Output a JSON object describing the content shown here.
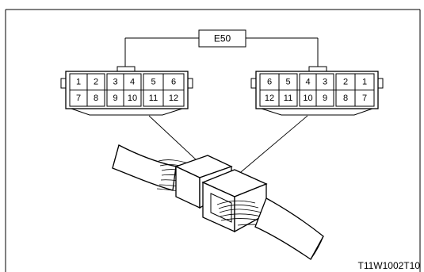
{
  "connector_label": "E50",
  "figure_code": "T11W1002T10",
  "left_connector": {
    "top_row": [
      "1",
      "2",
      "3",
      "4",
      "5",
      "6"
    ],
    "bottom_row": [
      "7",
      "8",
      "9",
      "10",
      "11",
      "12"
    ]
  },
  "right_connector": {
    "top_row": [
      "6",
      "5",
      "4",
      "3",
      "2",
      "1"
    ],
    "bottom_row": [
      "12",
      "11",
      "10",
      "9",
      "8",
      "7"
    ]
  }
}
